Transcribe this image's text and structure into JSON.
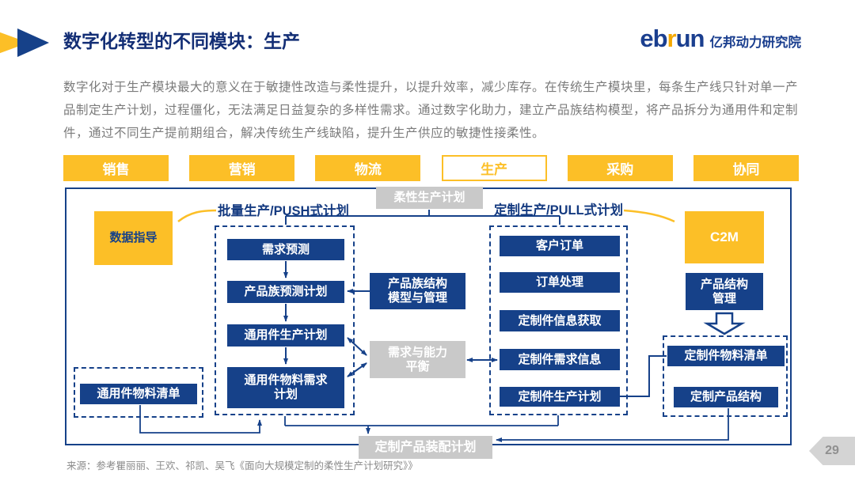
{
  "header": {
    "title": "数字化转型的不同模块：生产",
    "logo": {
      "eb": "eb",
      "r": "r",
      "un": "un",
      "org": "亿邦动力研究院"
    }
  },
  "intro": {
    "text": "数字化对于生产模块最大的意义在于敏捷性改造与柔性提升，以提升效率，减少库存。在传统生产模块里，每条生产线只针对单一产品制定生产计划，过程僵化，无法满足日益复杂的多样性需求。通过数字化助力，建立产品族结构模型，将产品拆分为通用件和定制件，通过不同生产提前期组合，解决传统生产线缺陷，提升生产供应的敏捷性接柔性。"
  },
  "tabs": [
    {
      "label": "销售",
      "active": false
    },
    {
      "label": "营销",
      "active": false
    },
    {
      "label": "物流",
      "active": false
    },
    {
      "label": "生产",
      "active": true
    },
    {
      "label": "采购",
      "active": false
    },
    {
      "label": "协同",
      "active": false
    }
  ],
  "diagram": {
    "top_label": "柔性生产计划",
    "push_label": "批量生产/PUSH式计划",
    "pull_label": "定制生产/PULL式计划",
    "data_guide": "数据指导",
    "c2m": "C2M",
    "push_chain": {
      "item1": "需求预测",
      "item2": "产品族预测计划",
      "item3": "通用件生产计划",
      "item4_line1": "通用件物料需求",
      "item4_line2": "计划"
    },
    "pull_chain": {
      "item1": "客户订单",
      "item2": "订单处理",
      "item3": "定制件信息获取",
      "item4": "定制件需求信息",
      "item5": "定制件生产计划"
    },
    "product_family_model": {
      "line1": "产品族结构",
      "line2": "模型与管理"
    },
    "capacity_balance": {
      "line1": "需求与能力",
      "line2": "平衡"
    },
    "product_structure_mgmt": {
      "line1": "产品结构",
      "line2": "管理"
    },
    "custom_bom": "定制件物料清单",
    "custom_product_structure": "定制产品结构",
    "common_bom": "通用件物料清单",
    "assembly_plan": "定制产品装配计划"
  },
  "footer": {
    "source": "来源：参考瞿丽丽、王欢、祁凯、吴飞《面向大规模定制的柔性生产计划研究》》",
    "page": "29"
  },
  "colors": {
    "navy": "#164189",
    "navy_dark": "#132e75",
    "accent_yellow": "#fcbf27",
    "gray_box": "#c9c9c9",
    "text_gray": "#7b7b7b"
  }
}
